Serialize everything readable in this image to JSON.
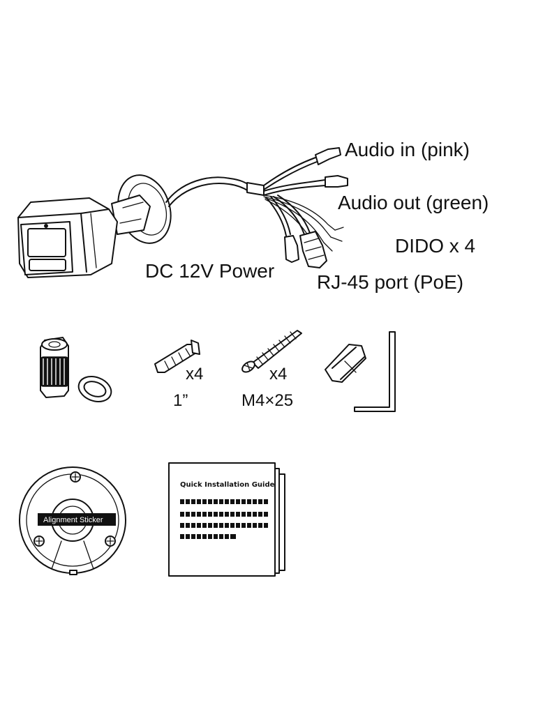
{
  "diagram": {
    "camera_labels": {
      "audio_in": "Audio in (pink)",
      "audio_out": "Audio out (green)",
      "dido": "DIDO x 4",
      "dc_power": "DC 12V Power",
      "rj45": "RJ-45 port (PoE)"
    },
    "accessories": {
      "anchor_qty": "x4",
      "anchor_size": "1”",
      "screw_qty": "x4",
      "screw_size": "M4×25"
    },
    "sticker_label": "Alignment Sticker",
    "guide_title": "Quick Installation Guide"
  }
}
